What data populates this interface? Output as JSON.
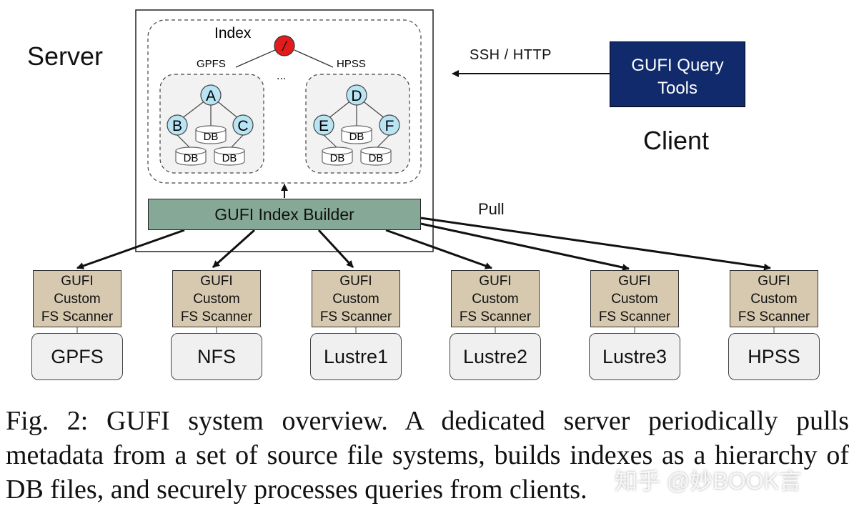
{
  "labels": {
    "server": "Server",
    "client": "Client",
    "index": "Index",
    "root": "/",
    "gpfs_branch": "GPFS",
    "hpss_branch": "HPSS",
    "ellipsis": "...",
    "ssh_http": "SSH / HTTP",
    "pull": "Pull"
  },
  "query_tools": {
    "line1": "GUFI Query",
    "line2": "Tools"
  },
  "index_builder": "GUFI Index Builder",
  "trees": [
    {
      "nodes": [
        "A",
        "B",
        "C"
      ],
      "db": "DB"
    },
    {
      "nodes": [
        "D",
        "E",
        "F"
      ],
      "db": "DB"
    }
  ],
  "scanner": {
    "line1": "GUFI",
    "line2": "Custom",
    "line3": "FS Scanner"
  },
  "filesystems": [
    "GPFS",
    "NFS",
    "Lustre1",
    "Lustre2",
    "Lustre3",
    "HPSS"
  ],
  "caption": "Fig. 2: GUFI system overview. A dedicated server periodically pulls metadata from a set of source file systems, builds indexes as a hierarchy of DB files, and securely processes queries from clients.",
  "watermark": "知乎 @妙BOOK言",
  "colors": {
    "query_tools_fill": "#102a6b",
    "builder_fill": "#86a896",
    "scanner_fill": "#d6c9b0",
    "node_fill": "#b9e4f4",
    "root_fill": "#e41b1b",
    "fs_fill": "#f0f0f0"
  }
}
